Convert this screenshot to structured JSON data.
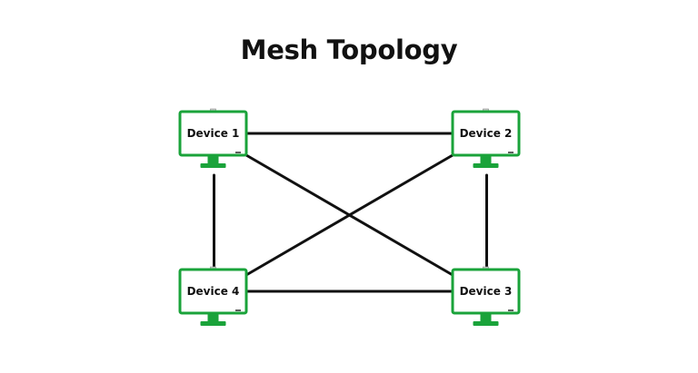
{
  "title": "Mesh Topology",
  "colors": {
    "device_border": "#1aa33a",
    "device_stand": "#1aa33a",
    "link": "#111111",
    "background": "#ffffff"
  },
  "devices": [
    {
      "id": "d1",
      "label": "Device 1",
      "icon": "computer-monitor-icon"
    },
    {
      "id": "d2",
      "label": "Device 2",
      "icon": "computer-monitor-icon"
    },
    {
      "id": "d3",
      "label": "Device 3",
      "icon": "computer-monitor-icon"
    },
    {
      "id": "d4",
      "label": "Device 4",
      "icon": "computer-monitor-icon"
    }
  ],
  "links": [
    [
      "d1",
      "d2"
    ],
    [
      "d1",
      "d3"
    ],
    [
      "d1",
      "d4"
    ],
    [
      "d2",
      "d3"
    ],
    [
      "d2",
      "d4"
    ],
    [
      "d4",
      "d3"
    ]
  ]
}
